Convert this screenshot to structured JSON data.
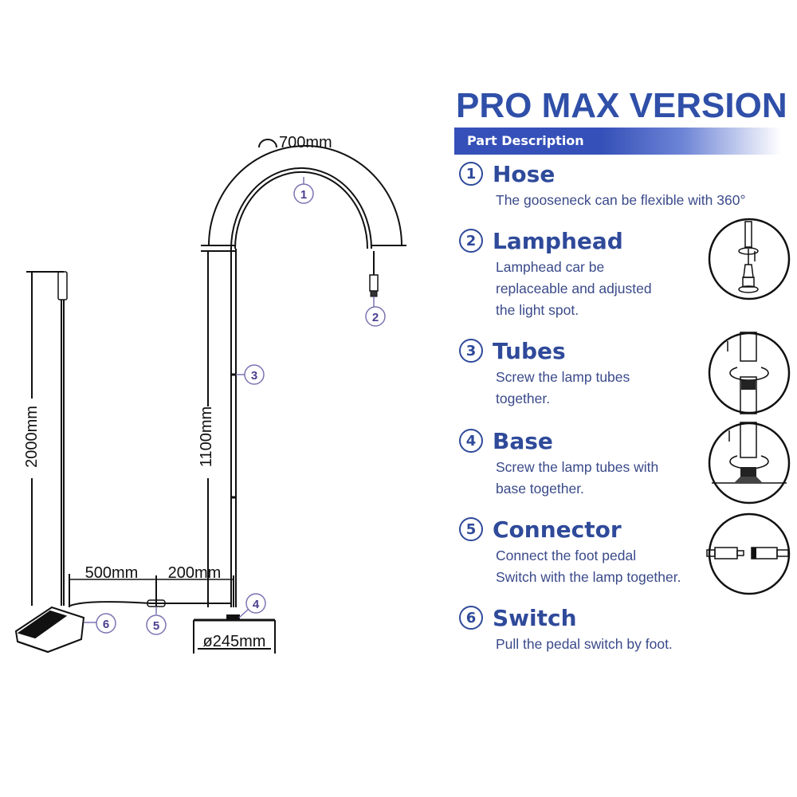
{
  "header": {
    "title": "PRO MAX VERSION",
    "band_label": "Part Description",
    "accent_color": "#3550b8",
    "text_color": "#2f4a9a"
  },
  "parts": [
    {
      "num": "1",
      "name": "Hose",
      "desc": [
        "The gooseneck can be flexible with 360°"
      ],
      "detail_icon": null
    },
    {
      "num": "2",
      "name": "Lamphead",
      "desc": [
        "Lamphead car be",
        "replaceable and adjusted",
        "the light spot."
      ],
      "detail_icon": "lamphead-twist-icon"
    },
    {
      "num": "3",
      "name": "Tubes",
      "desc": [
        "Screw the lamp tubes",
        "together."
      ],
      "detail_icon": "tube-screw-icon"
    },
    {
      "num": "4",
      "name": "Base",
      "desc": [
        "Screw the lamp tubes with",
        "base together."
      ],
      "detail_icon": "base-screw-icon"
    },
    {
      "num": "5",
      "name": "Connector",
      "desc": [
        "Connect the foot pedal",
        "Switch with the lamp together."
      ],
      "detail_icon": "connector-plug-icon"
    },
    {
      "num": "6",
      "name": "Switch",
      "desc": [
        "Pull the pedal switch by foot."
      ],
      "detail_icon": null
    }
  ],
  "diagram": {
    "dimensions": {
      "arc": "700mm",
      "cable_height": "2000mm",
      "tube_height": "1100mm",
      "pedal_cable": "500mm",
      "connector_cable": "200mm",
      "base_diameter": "ø245mm"
    },
    "callouts": [
      "1",
      "2",
      "3",
      "4",
      "5",
      "6"
    ]
  }
}
